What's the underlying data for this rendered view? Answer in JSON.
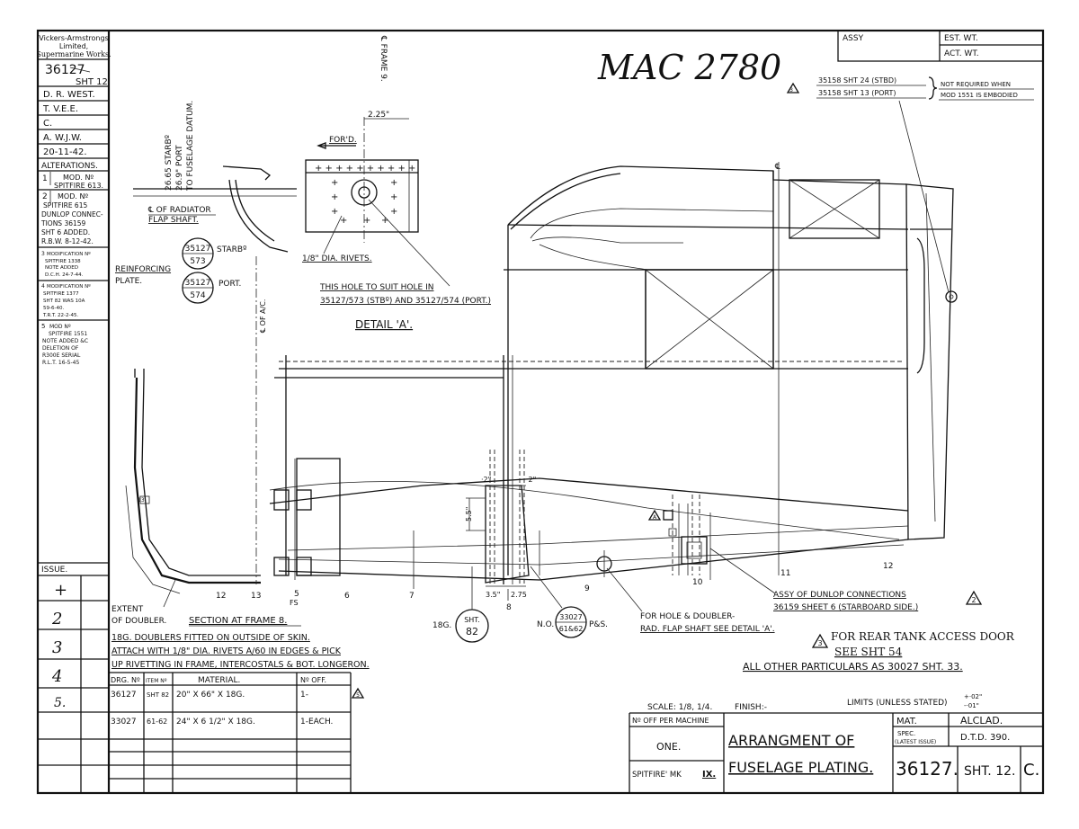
{
  "handwritten_number": "MAC 2780",
  "titleblock_left": {
    "company": [
      "Vickers-Armstrongs",
      "Limited,",
      "Supermarine Works."
    ],
    "drawing_no": "36127",
    "sheet": "SHT 12.",
    "drawn": "D. R. WEST.",
    "traced": "T. V.E.E.",
    "checked": "C.",
    "approved": "A. W.J.W.",
    "date": "20-11-42.",
    "alterations_heading": "ALTERATIONS.",
    "alt1": [
      "1",
      "MOD. Nº",
      "SPITFIRE 613."
    ],
    "alt2": [
      "2",
      "MOD. Nº",
      "SPITFIRE 615",
      "DUNLOP CONNEC-",
      "TIONS 36159",
      "SHT 6 ADDED.",
      "R.B.W. 8-12-42."
    ],
    "alt3": [
      "3",
      "MODIFICATION Nº",
      "SPITFIRE 1338",
      "NOTE ADDED",
      "D.C.H. 24-7-44."
    ],
    "alt4": [
      "4",
      "MODIFICATION Nº",
      "SPITFIRE 1377",
      "SHT 82 WAS 10A",
      "59-6-40.",
      "T.R.T. 22-2-45."
    ],
    "alt5": [
      "5",
      "MOD Nº",
      "SPITFIRE 1551",
      "NOTE ADDED &C",
      "DELETION OF",
      "R300E SERIAL",
      "R.L.T. 16-5-45"
    ]
  },
  "issue_column": {
    "heading": "ISSUE.",
    "marks": [
      "+",
      "2",
      "3",
      "4",
      "5."
    ]
  },
  "top_right_box": {
    "assy": "ASSY",
    "est_wt": "EST. WT.",
    "act_wt": "ACT. WT."
  },
  "top_note": {
    "line1": "35158 SHT 24 (STBD)",
    "line2": "35158 SHT 13 (PORT)",
    "not_required": "NOT REQUIRED WHEN",
    "mod": "MOD 1551 IS EMBODIED"
  },
  "labels": {
    "datum_a": "26.65 STARBº",
    "datum_b": "26.9\" PORT",
    "datum_c": "TO FUSELAGE DATUM.",
    "radiator_1": "℄ OF RADIATOR",
    "radiator_2": "FLAP SHAFT.",
    "bubble_starb": "35127",
    "bubble_starb_sub": "573",
    "starb": "STARBº",
    "reinforcing_1": "REINFORCING",
    "reinforcing_2": "PLATE.",
    "bubble_port": "35127",
    "bubble_port_sub": "574",
    "port": "PORT.",
    "cl_ac": "℄ OF A/C.",
    "frame9": "℄ FRAME 9.",
    "dim_225": "2.25\"",
    "ford": "FOR'D.",
    "rivets": "1/8\" DIA. RIVETS.",
    "hole_1": "THIS HOLE TO SUIT HOLE IN",
    "hole_2": "35127/573 (STBº) AND 35127/574 (PORT.)",
    "detail_a": "DETAIL 'A'.",
    "extent_1": "EXTENT",
    "extent_2": "OF DOUBLER.",
    "section": "SECTION AT FRAME 8.",
    "frame_nums": [
      "12",
      "13",
      "5",
      "6",
      "7",
      "8",
      "9",
      "10",
      "11",
      "12"
    ],
    "fs": "FS",
    "dim_2a": "·2\"",
    "dim_2b": "·2\"",
    "dim_55": "5.5\"",
    "dim_35": "3.5\"",
    "dim_275": "2.75",
    "sht82_pre": "18G.",
    "sht82_top": "SHT.",
    "sht82_bot": "82",
    "no_pre": "N.O.",
    "bubble_33027": "33027",
    "bubble_33027_sub": "61&62",
    "ps": "P&S.",
    "for_hole_1": "FOR HOLE & DOUBLER-",
    "for_hole_2": "RAD. FLAP SHAFT SEE DETAIL 'A'.",
    "a_mark": "A",
    "assy_dunlop_1": "ASSY OF DUNLOP CONNECTIONS",
    "assy_dunlop_2": "36159 SHEET 6 (STARBOARD SIDE.)",
    "rev2": "2",
    "rev3": "3",
    "rev3_top": "3",
    "rear_tank_1": "FOR REAR TANK ACCESS DOOR",
    "rear_tank_2": "SEE SHT 54",
    "all_other": "ALL OTHER PARTICULARS AS 30027 SHT. 33.",
    "note_1": "18G. DOUBLERS FITTED ON OUTSIDE OF SKIN.",
    "note_2": "ATTACH WITH 1/8\" DIA. RIVETS A/60 IN EDGES & PICK",
    "note_3": "UP RIVETTING IN FRAME, INTERCOSTALS & BOT. LONGERON."
  },
  "parts_table": {
    "headers": [
      "DRG. Nº",
      "ITEM Nº",
      "MATERIAL.",
      "Nº OFF."
    ],
    "rows": [
      [
        "36127",
        "SHT 82",
        "20\" X 66\" X 18G.",
        "1-"
      ],
      [
        "33027",
        "61-62",
        "24\" X 6 1/2\" X 18G.",
        "1-EACH."
      ]
    ],
    "rev_flag": "5"
  },
  "title_block": {
    "scale": "SCALE: 1/8, 1/4.",
    "finish": "FINISH:-",
    "limits": "LIMITS (UNLESS STATED)",
    "tol_plus": "+·02\"",
    "tol_minus": "-·01\"",
    "off_per_machine": "Nº OFF PER MACHINE",
    "qty": "ONE.",
    "machine_pre": "SPITFIRE' MK",
    "machine_mark": "IX.",
    "title_1": "ARRANGMENT OF",
    "title_2": "FUSELAGE PLATING.",
    "mat_label": "MAT.",
    "mat_value": "ALCLAD.",
    "spec_label_1": "SPEC.",
    "spec_label_2": "(LATEST ISSUE)",
    "spec_value": "D.T.D. 390.",
    "drawing_no": "36127.",
    "sheet": "SHT. 12.",
    "issue": "C."
  }
}
